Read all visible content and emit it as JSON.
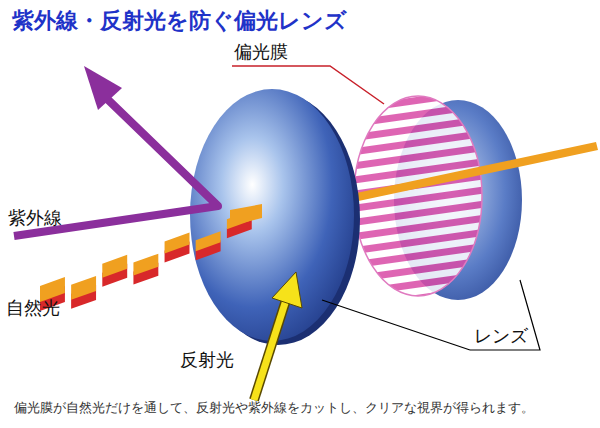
{
  "diagram": {
    "title": "紫外線・反射光を防ぐ偏光レンズ",
    "caption": "偏光膜が自然光だけを通して、反射光や紫外線をカットし、クリアな視界が得られます。",
    "labels": [
      "偏光膜",
      "紫外線",
      "自然光",
      "反射光",
      "レンズ"
    ]
  }
}
